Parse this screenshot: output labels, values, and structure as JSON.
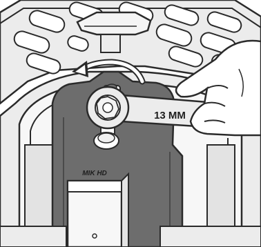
{
  "labels": {
    "wrench_size": "13 MM",
    "part_marking": "MIK HD"
  },
  "instruction": {
    "rotation_direction": "counterclockwise",
    "tool": "wrench-icon"
  },
  "colors": {
    "line": "#2a2a2a",
    "light_fill": "#ececec",
    "panel_fill": "#e3e3e3",
    "dark_plate": "#6d6d6d",
    "white": "#ffffff"
  }
}
